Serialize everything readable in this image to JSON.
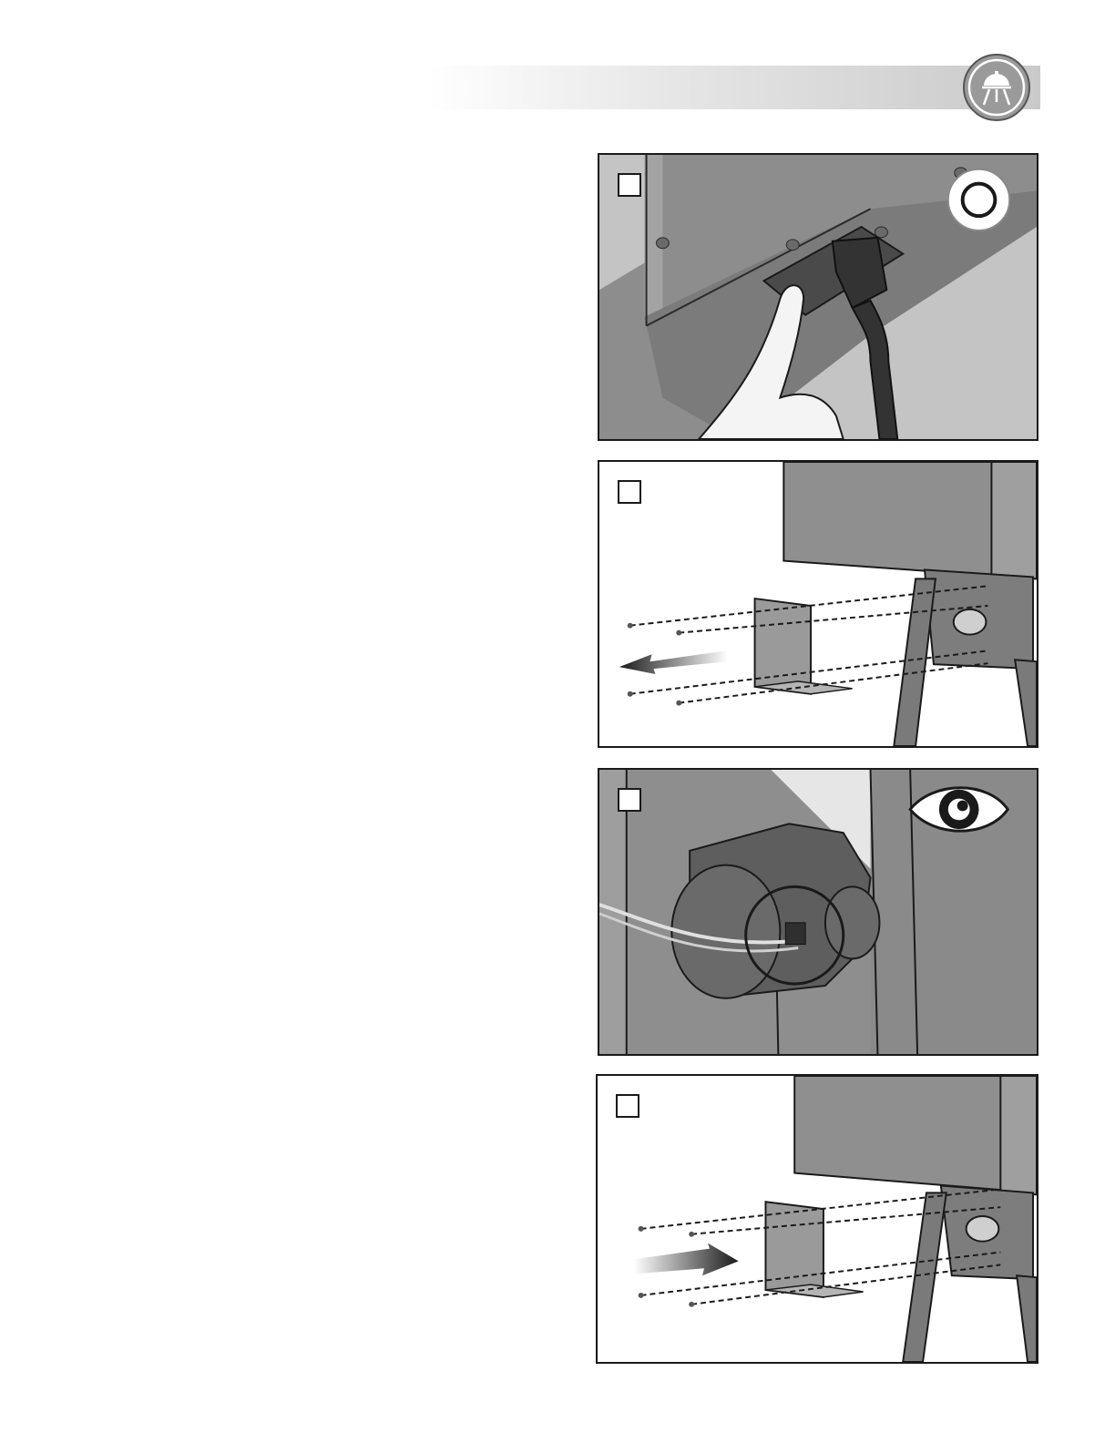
{
  "header": {
    "logo_icon": "kettle-grill-logo-icon"
  },
  "panels": [
    {
      "step_icon": "step-box",
      "badge_icon": "circle-o-icon",
      "illustration": "finger-pressing-power-switch"
    },
    {
      "step_icon": "step-box",
      "illustration": "remove-cover-plate-arrow-left"
    },
    {
      "step_icon": "step-box",
      "badge_icon": "eye-icon",
      "illustration": "wire-connector-inspection"
    },
    {
      "step_icon": "step-box",
      "illustration": "install-cover-plate-arrow-right"
    }
  ],
  "colors": {
    "metal_dark": "#8a8a8a",
    "metal_mid": "#a6a6a6",
    "metal_light": "#c9c9c9",
    "outline": "#1a1a1a"
  }
}
